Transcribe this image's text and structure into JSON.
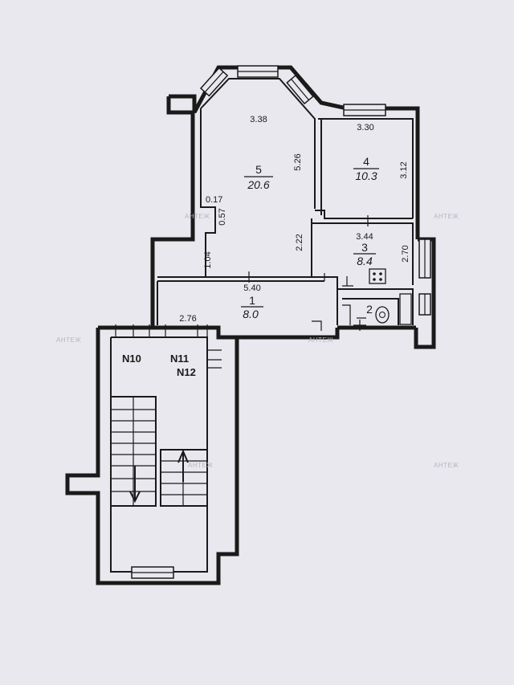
{
  "rooms": [
    {
      "id": "5",
      "number": "5",
      "area": "20.6"
    },
    {
      "id": "4",
      "number": "4",
      "area": "10.3"
    },
    {
      "id": "3",
      "number": "3",
      "area": "8.4"
    },
    {
      "id": "1",
      "number": "1",
      "area": "8.0"
    },
    {
      "id": "2",
      "number": "2"
    }
  ],
  "dimensions": [
    "3.38",
    "5.26",
    "0.17",
    "0.57",
    "1.04",
    "2.22",
    "3.30",
    "3.12",
    "3.44",
    "2.70",
    "5.40",
    "2.76"
  ],
  "apartments": [
    "N10",
    "N11",
    "N12"
  ],
  "watermark": "АНТЕЖ"
}
